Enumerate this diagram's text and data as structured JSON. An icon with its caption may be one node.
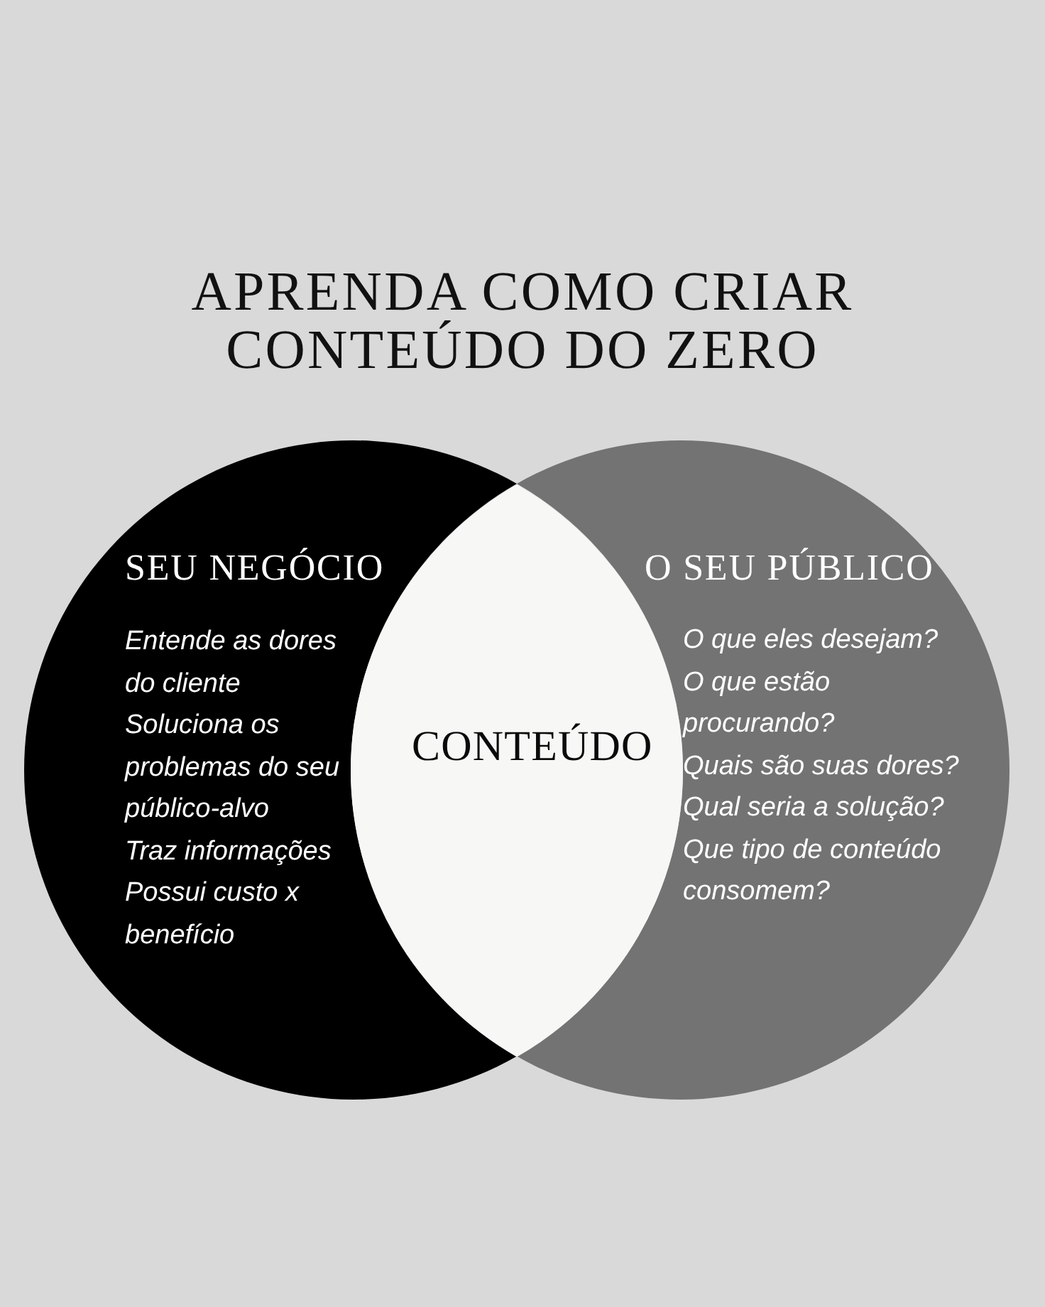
{
  "diagram": {
    "title": "APRENDA COMO CRIAR CONTEÚDO DO ZERO",
    "nodes": [
      {
        "text": [
          "SEU NEGÓCIO",
          "Entende as dores do cliente",
          "Soluciona os problemas do seu público-alvo",
          "Traz informações",
          "Possui custo x benefício"
        ]
      },
      {
        "text": [
          "CONTEÚDO"
        ]
      },
      {
        "text": [
          "O SEU PÚBLICO",
          "O que eles desejam?",
          "O que estão procurando?",
          "Quais são suas dores?",
          "Qual seria a solução?",
          "Que tipo de conteúdo consomem?"
        ]
      }
    ]
  }
}
